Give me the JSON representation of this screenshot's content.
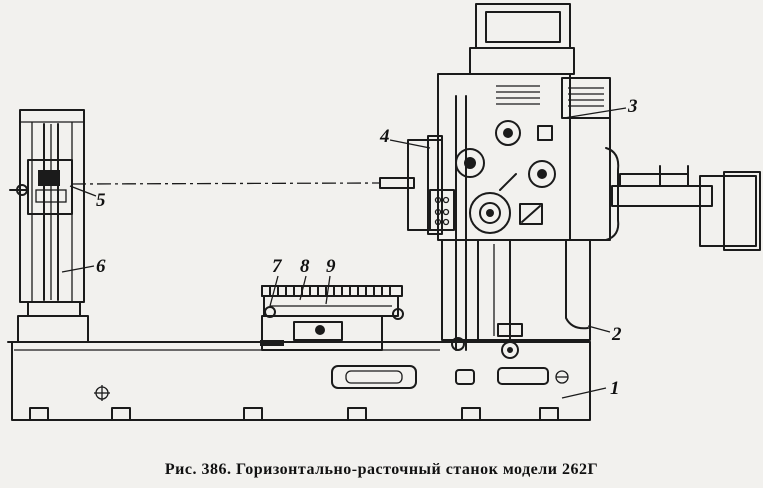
{
  "caption": "Рис. 386. Горизонтально-расточный станок модели 262Г",
  "callouts": [
    "1",
    "2",
    "3",
    "4",
    "5",
    "6",
    "7",
    "8",
    "9"
  ]
}
